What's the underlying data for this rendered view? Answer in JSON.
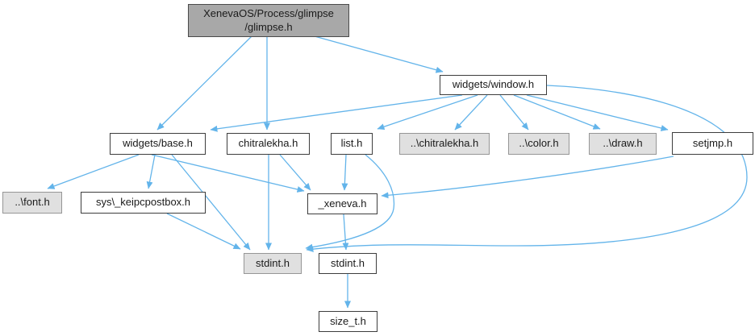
{
  "diagram": {
    "type": "include-dependency-graph",
    "background_color": "#ffffff",
    "edge_color": "#63b4ea",
    "node_fill_current": "#a8a8a8",
    "node_fill_linked": "#ffffff",
    "node_fill_plain": "#e0e0e0",
    "nodes": {
      "glimpse": {
        "label": "XenevaOS/Process/glimpse\n/glimpse.h",
        "role": "current"
      },
      "window": {
        "label": "widgets/window.h",
        "role": "linked"
      },
      "base": {
        "label": "widgets/base.h",
        "role": "linked"
      },
      "chitralekha": {
        "label": "chitralekha.h",
        "role": "linked"
      },
      "list": {
        "label": "list.h",
        "role": "linked"
      },
      "chitralekha2": {
        "label": "..\\chitralekha.h",
        "role": "plain"
      },
      "color": {
        "label": "..\\color.h",
        "role": "plain"
      },
      "draw": {
        "label": "..\\draw.h",
        "role": "plain"
      },
      "setjmp": {
        "label": "setjmp.h",
        "role": "linked"
      },
      "font": {
        "label": "..\\font.h",
        "role": "plain"
      },
      "postbox": {
        "label": "sys\\_keipcpostbox.h",
        "role": "linked"
      },
      "xeneva": {
        "label": "_xeneva.h",
        "role": "linked"
      },
      "stdint_sys": {
        "label": "stdint.h",
        "role": "plain"
      },
      "stdint_local": {
        "label": "stdint.h",
        "role": "linked"
      },
      "size_t": {
        "label": "size_t.h",
        "role": "linked"
      }
    },
    "edges": [
      {
        "from": "glimpse",
        "to": "window"
      },
      {
        "from": "glimpse",
        "to": "base"
      },
      {
        "from": "glimpse",
        "to": "chitralekha"
      },
      {
        "from": "window",
        "to": "base"
      },
      {
        "from": "window",
        "to": "list"
      },
      {
        "from": "window",
        "to": "chitralekha2"
      },
      {
        "from": "window",
        "to": "color"
      },
      {
        "from": "window",
        "to": "draw"
      },
      {
        "from": "window",
        "to": "setjmp"
      },
      {
        "from": "window",
        "to": "stdint_sys"
      },
      {
        "from": "base",
        "to": "font"
      },
      {
        "from": "base",
        "to": "postbox"
      },
      {
        "from": "base",
        "to": "xeneva"
      },
      {
        "from": "base",
        "to": "stdint_sys"
      },
      {
        "from": "chitralekha",
        "to": "xeneva"
      },
      {
        "from": "chitralekha",
        "to": "stdint_sys"
      },
      {
        "from": "list",
        "to": "xeneva"
      },
      {
        "from": "list",
        "to": "stdint_sys"
      },
      {
        "from": "setjmp",
        "to": "xeneva"
      },
      {
        "from": "postbox",
        "to": "stdint_sys"
      },
      {
        "from": "xeneva",
        "to": "stdint_local"
      },
      {
        "from": "stdint_local",
        "to": "size_t"
      }
    ]
  }
}
